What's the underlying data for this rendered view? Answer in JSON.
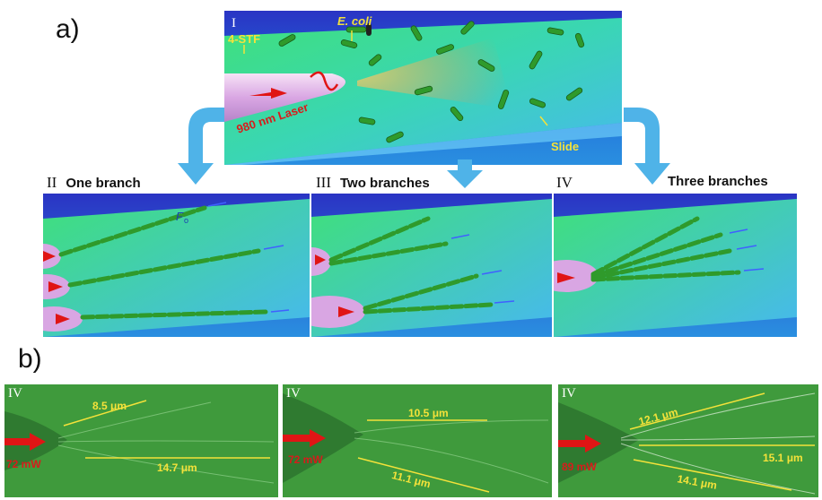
{
  "section_a": "a)",
  "section_b": "b)",
  "top_panel": {
    "roman": "I",
    "ecoli": "E. coli",
    "stf": "4-STF",
    "laser": "980 nm Laser",
    "slide": "Slide"
  },
  "branches": [
    {
      "roman": "II",
      "label": "One branch",
      "force": "F",
      "force_sub": "o"
    },
    {
      "roman": "III",
      "label": "Two branches"
    },
    {
      "roman": "IV",
      "label": "Three branches"
    }
  ],
  "micrographs": [
    {
      "roman": "IV",
      "power": "72 mW",
      "lengths": [
        "8.5 μm",
        "14.7 μm"
      ]
    },
    {
      "roman": "IV",
      "power": "72 mW",
      "lengths": [
        "10.5 μm",
        "11.1 μm"
      ]
    },
    {
      "roman": "IV",
      "power": "89 mW",
      "lengths": [
        "12.1 μm",
        "15.1 μm",
        "14.1 μm"
      ]
    }
  ],
  "colors": {
    "arrow_blue": "#4fb3e8",
    "laser_red": "#e01515",
    "label_yellow": "#f4e23a",
    "bacteria_green": "#2f9a2b"
  }
}
